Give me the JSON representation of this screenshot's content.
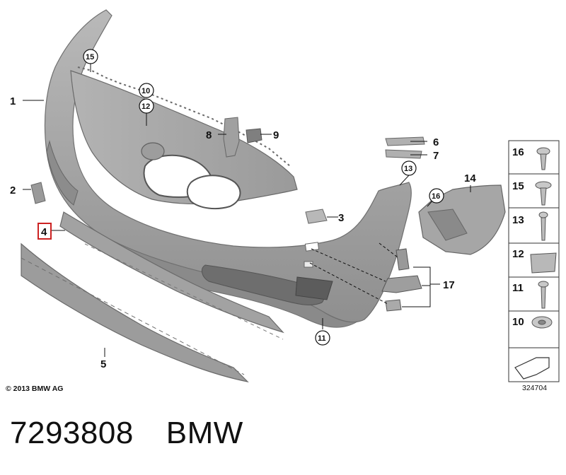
{
  "callouts": [
    {
      "id": "c1",
      "text": "1"
    },
    {
      "id": "c2",
      "text": "2"
    },
    {
      "id": "c3",
      "text": "3"
    },
    {
      "id": "c4",
      "text": "4"
    },
    {
      "id": "c5",
      "text": "5"
    },
    {
      "id": "c6",
      "text": "6"
    },
    {
      "id": "c7",
      "text": "7"
    },
    {
      "id": "c8",
      "text": "8"
    },
    {
      "id": "c9",
      "text": "9"
    },
    {
      "id": "c10",
      "text": "10"
    },
    {
      "id": "c11",
      "text": "11"
    },
    {
      "id": "c12",
      "text": "12"
    },
    {
      "id": "c13",
      "text": "13"
    },
    {
      "id": "c14",
      "text": "14"
    },
    {
      "id": "c15",
      "text": "15"
    },
    {
      "id": "c16",
      "text": "16"
    },
    {
      "id": "c17",
      "text": "17"
    }
  ],
  "legend": {
    "items": [
      "16",
      "15",
      "13",
      "12",
      "11",
      "10"
    ]
  },
  "copyright": "© 2013 BMW AG",
  "diagram_number": "324704",
  "caption": {
    "part_number": "7293808",
    "brand": "BMW"
  },
  "colors": {
    "part_fill": "#a7a7a7",
    "part_shadow": "#7d7d7d",
    "highlight": "#cc2222",
    "line": "#111111"
  }
}
